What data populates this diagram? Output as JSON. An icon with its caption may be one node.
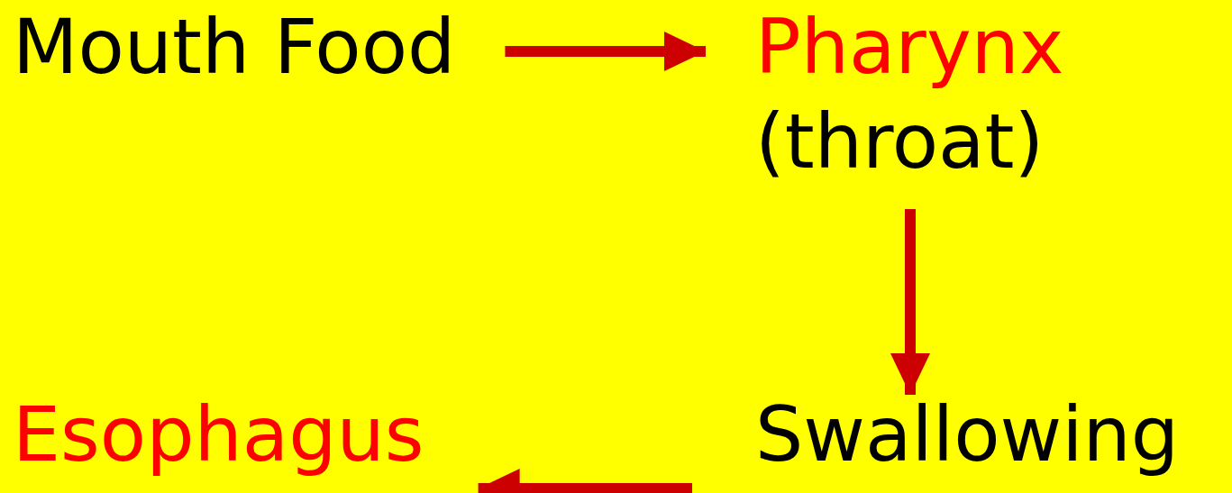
{
  "diagram": {
    "nodes": [
      {
        "text": [
          "Mouth Food"
        ]
      },
      {
        "text": [
          "Pharynx",
          "(throat)"
        ]
      },
      {
        "text": [
          "Swallowing"
        ]
      },
      {
        "text": [
          "Esophagus"
        ]
      }
    ],
    "edges": [
      {
        "from": 0,
        "to": 1,
        "arrow": "to"
      },
      {
        "from": 1,
        "to": 2,
        "arrow": "to"
      },
      {
        "from": 2,
        "to": 3,
        "arrow": "to"
      }
    ]
  }
}
